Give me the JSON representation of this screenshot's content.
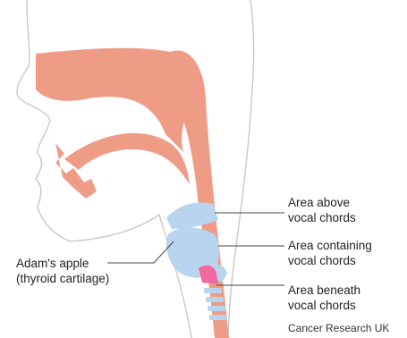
{
  "colors": {
    "tissue": "#ee9c86",
    "outline": "#c8c8c8",
    "cartilage_blue": "#b9d4ee",
    "pink_region": "#f06aa0",
    "label_line": "#444444"
  },
  "labels": {
    "area_above": [
      "Area above",
      "vocal chords"
    ],
    "area_containing": [
      "Area containing",
      "vocal chords"
    ],
    "area_beneath": [
      "Area beneath",
      "vocal chords"
    ],
    "adams_apple": [
      "Adam's apple",
      "(thyroid cartilage)"
    ]
  },
  "credit": "Cancer Research UK"
}
